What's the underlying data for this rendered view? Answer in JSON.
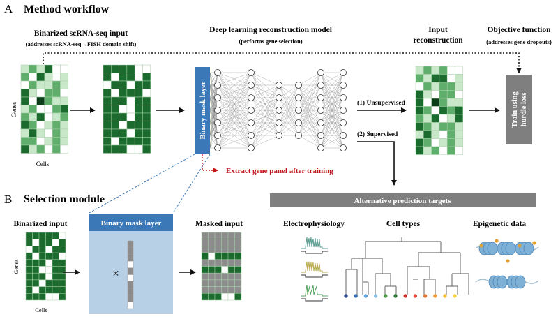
{
  "panel_a": {
    "letter": "A",
    "title": "Method workflow",
    "input_title": "Binarized scRNA-seq input",
    "input_subtitle": "(addresses scRNA-seq→FISH domain shift)",
    "model_title": "Deep learning reconstruction model",
    "model_subtitle": "(performs gene selection)",
    "recon_title_line1": "Input",
    "recon_title_line2": "reconstruction",
    "objective_title": "Objective function",
    "objective_subtitle": "(addresses gene dropouts)",
    "axis_genes": "Genes",
    "axis_cells": "Cells",
    "mask_layer_label": "Binary mask layer",
    "extract_label": "Extract gene panel after training",
    "unsupervised_label": "(1) Unsupervised",
    "supervised_label": "(2) Supervised",
    "train_label_line1": "Train using",
    "train_label_line2": "hurdle loss"
  },
  "panel_b": {
    "letter": "B",
    "title": "Selection module",
    "binarized_title": "Binarized input",
    "mask_title": "Binary mask layer",
    "masked_title": "Masked input",
    "times_symbol": "×",
    "axis_genes": "Genes",
    "axis_cells": "Cells"
  },
  "targets": {
    "header": "Alternative prediction targets",
    "items": [
      "Electrophysiology",
      "Cell types",
      "Epigenetic data"
    ]
  },
  "colors": {
    "green_dark": "#1b6b2f",
    "green_mid": "#5fae6c",
    "green_light": "#c9e7c9",
    "mask_blue": "#3a78b8",
    "mask_panel": "#b8d0e6",
    "extract_red": "#c0141c",
    "gray_box": "#7f7f7f",
    "masked_gray": "#8c8c8c"
  }
}
